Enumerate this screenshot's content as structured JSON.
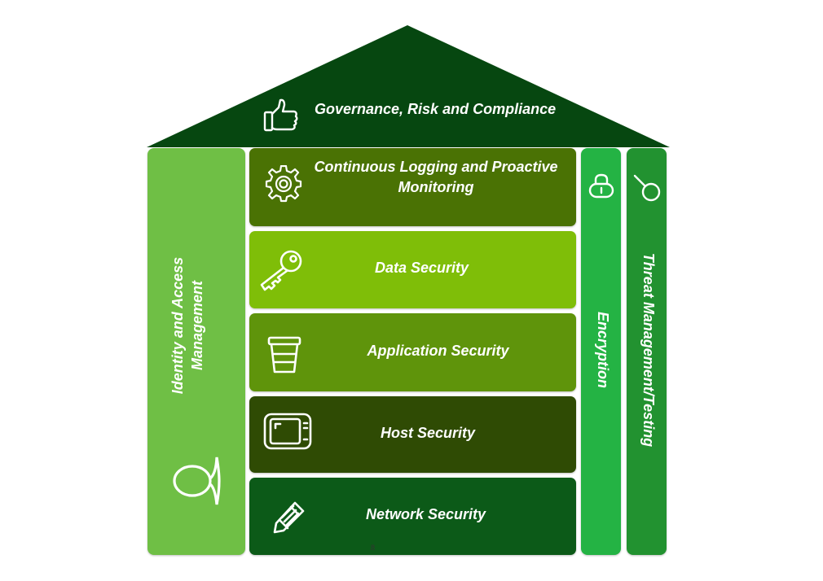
{
  "roof": {
    "label": "Governance,  Risk and Compliance",
    "icon": "thumbs-up-icon",
    "color": "#064710"
  },
  "left_pillar": {
    "label_line1": "Identity and Access",
    "label_line2": "Management",
    "icon": "user-icon",
    "color": "#6fbf45"
  },
  "layers": [
    {
      "label_line1": "Continuous Logging and Proactive",
      "label_line2": "Monitoring",
      "icon": "gear-icon",
      "color": "#4a7204"
    },
    {
      "label_line1": "Data Security",
      "label_line2": "",
      "icon": "key-icon",
      "color": "#7fbe08"
    },
    {
      "label_line1": "Application Security",
      "label_line2": "",
      "icon": "cup-icon",
      "color": "#5f940b"
    },
    {
      "label_line1": "Host Security",
      "label_line2": "",
      "icon": "monitor-icon",
      "color": "#2f4b04"
    },
    {
      "label_line1": "Network Security",
      "label_line2": "",
      "icon": "pencil-icon",
      "color": "#0c5a18"
    }
  ],
  "encryption_pillar": {
    "label": "Encryption",
    "icon": "lock-icon",
    "color": "#24b344"
  },
  "threat_pillar": {
    "label": "Threat Management/Testing",
    "icon": "magnifier-icon",
    "color": "#229230"
  },
  "page_number": "8"
}
